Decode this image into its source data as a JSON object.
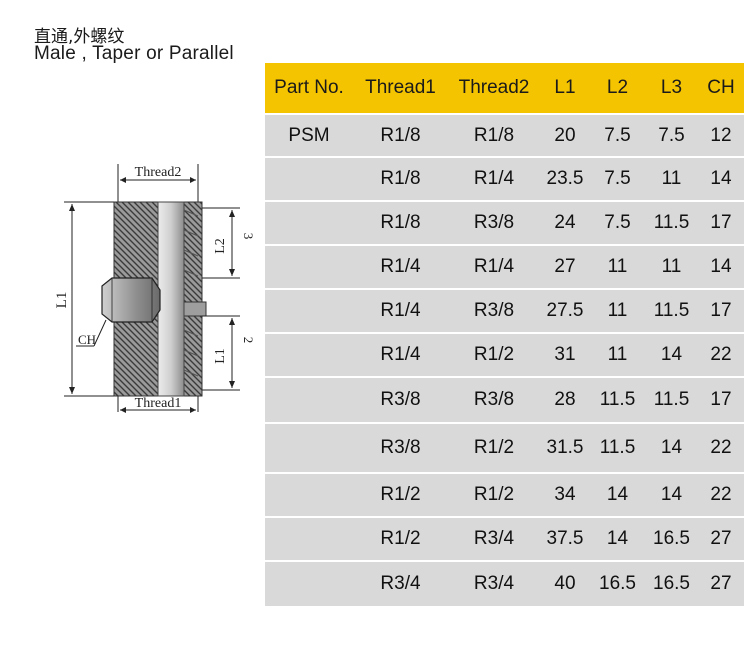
{
  "header": {
    "title_cn": "直通,外螺纹",
    "title_en": "Male , Taper or Parallel"
  },
  "diagram": {
    "labels": {
      "thread2": "Thread2",
      "thread1": "Thread1",
      "l1": "L1",
      "l2": "L2",
      "l3": "3",
      "l1b": "L1",
      "l2b": "2",
      "ch": "CH"
    }
  },
  "table": {
    "columns": [
      "Part No.",
      "Thread1",
      "Thread2",
      "L1",
      "L2",
      "L3",
      "CH"
    ],
    "rows": [
      [
        "PSM",
        "R1/8",
        "R1/8",
        "20",
        "7.5",
        "7.5",
        "12"
      ],
      [
        "",
        "R1/8",
        "R1/4",
        "23.5",
        "7.5",
        "11",
        "14"
      ],
      [
        "",
        "R1/8",
        "R3/8",
        "24",
        "7.5",
        "11.5",
        "17"
      ],
      [
        "",
        "R1/4",
        "R1/4",
        "27",
        "11",
        "11",
        "14"
      ],
      [
        "",
        "R1/4",
        "R3/8",
        "27.5",
        "11",
        "11.5",
        "17"
      ],
      [
        "",
        "R1/4",
        "R1/2",
        "31",
        "11",
        "14",
        "22"
      ],
      [
        "",
        "R3/8",
        "R3/8",
        "28",
        "11.5",
        "11.5",
        "17"
      ],
      [
        "",
        "R3/8",
        "R1/2",
        "31.5",
        "11.5",
        "14",
        "22"
      ],
      [
        "",
        "R1/2",
        "R1/2",
        "34",
        "14",
        "14",
        "22"
      ],
      [
        "",
        "R1/2",
        "R3/4",
        "37.5",
        "14",
        "16.5",
        "27"
      ],
      [
        "",
        "R3/4",
        "R3/4",
        "40",
        "16.5",
        "16.5",
        "27"
      ]
    ]
  },
  "colors": {
    "header_bg": "#f5c400",
    "row_bg": "#d9d9d9",
    "text": "#111111"
  }
}
